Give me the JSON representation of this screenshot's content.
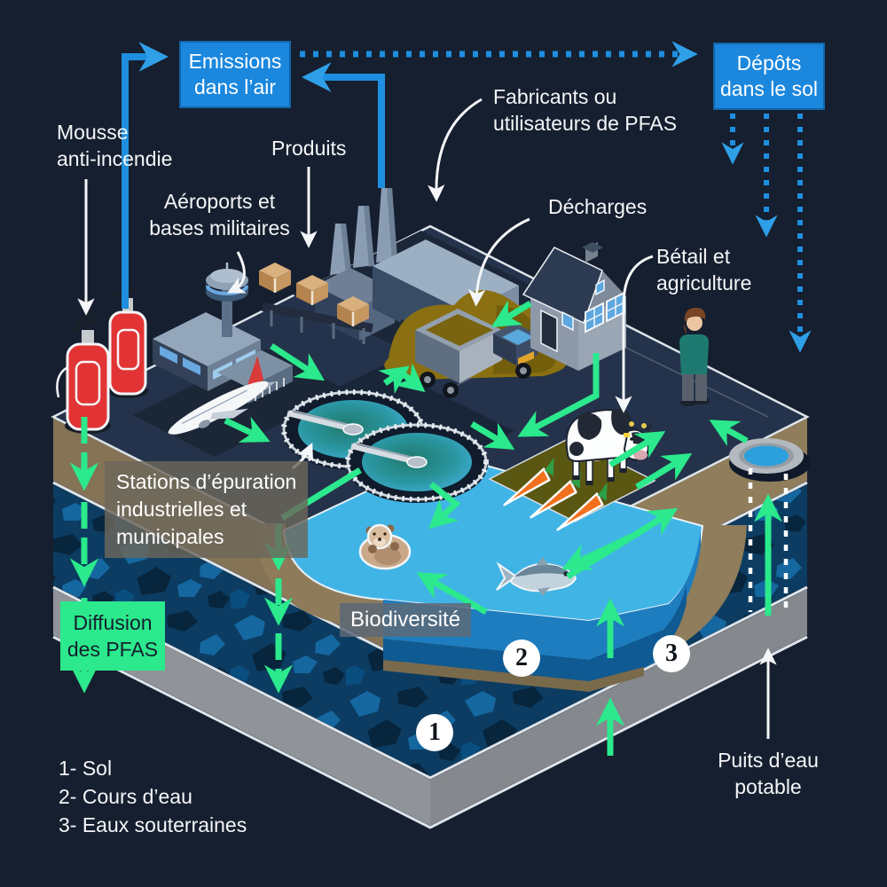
{
  "boxes": {
    "emissions_air": "Emissions\ndans l’air",
    "depots_sol": "Dépôts\ndans le sol",
    "diffusion_pfas": "Diffusion\ndes PFAS"
  },
  "labels": {
    "mousse": "Mousse\nanti-incendie",
    "produits": "Produits",
    "aeroports": "Aéroports et\nbases militaires",
    "fabricants": "Fabricants ou\nutilisateurs de PFAS",
    "decharges": "Décharges",
    "betail": "Bétail et\nagriculture",
    "stations": "Stations d’épuration\nindustrielles et\nmunicipales",
    "biodiversite": "Biodiversité",
    "puits": "Puits d’eau\npotable"
  },
  "badges": {
    "soil": "1",
    "river": "2",
    "groundwater": "3"
  },
  "legend": {
    "items": [
      "1- Sol",
      "2- Cours d’eau",
      "3- Eaux souterraines"
    ]
  },
  "icons": [
    "fire-extinguishers-icon",
    "airport-icon",
    "control-tower-icon",
    "airplane-icon",
    "factory-icon",
    "cardboard-boxes-icon",
    "conveyor-icon",
    "landfill-icon",
    "truck-icon",
    "house-icon",
    "wastewater-tanks-icon",
    "cow-icon",
    "carrot-field-icon",
    "person-icon",
    "well-icon",
    "otter-icon",
    "fish-icon"
  ],
  "colors": {
    "background": "#161f2f",
    "accent_green": "#2be98c",
    "accent_blue": "#1e8fe0",
    "water_top": "#41b4e6",
    "water_side": "#1e7dbf",
    "water_deep": "#0f5a92",
    "soil_tan": "#8d7b5a",
    "aquifer_blue": "#0c3c62",
    "bedrock_gray": "#8f9397",
    "surface_navy": "#24334b"
  }
}
